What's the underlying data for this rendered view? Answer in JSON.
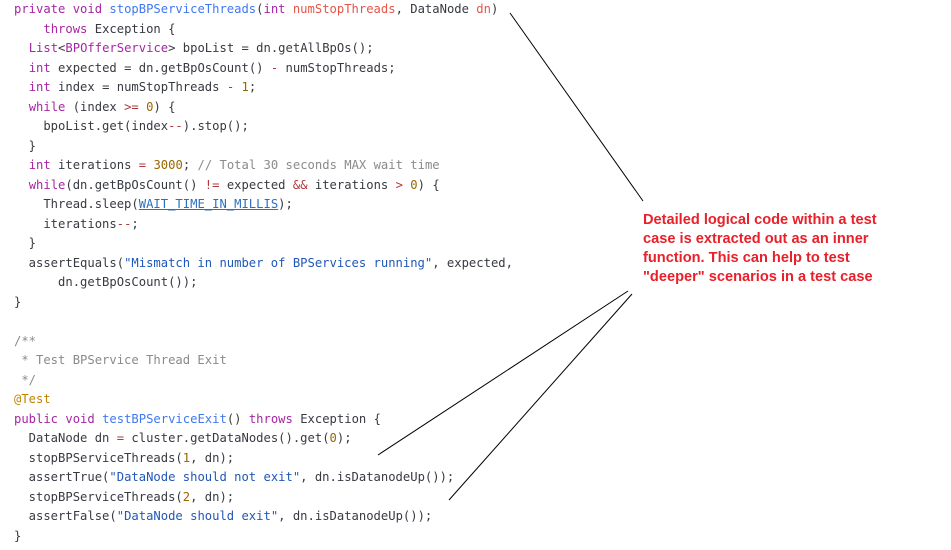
{
  "code": {
    "lines": [
      [
        [
          "kw",
          "private void "
        ],
        [
          "fn",
          "stopBPServiceThreads"
        ],
        [
          "p",
          "("
        ],
        [
          "kw",
          "int "
        ],
        [
          "param",
          "numStopThreads"
        ],
        [
          "p",
          ", DataNode "
        ],
        [
          "param",
          "dn"
        ],
        [
          "p",
          ")"
        ]
      ],
      [
        [
          "p",
          "    "
        ],
        [
          "kw",
          "throws "
        ],
        [
          "p",
          "Exception {"
        ]
      ],
      [
        [
          "p",
          "  "
        ],
        [
          "kw",
          "List"
        ],
        [
          "p",
          "<"
        ],
        [
          "kw",
          "BPOfferService"
        ],
        [
          "p",
          "> bpoList = dn.getAllBpOs();"
        ]
      ],
      [
        [
          "p",
          "  "
        ],
        [
          "kw",
          "int "
        ],
        [
          "p",
          "expected = dn.getBpOsCount() "
        ],
        [
          "op",
          "-"
        ],
        [
          "p",
          " numStopThreads;"
        ]
      ],
      [
        [
          "p",
          "  "
        ],
        [
          "kw",
          "int "
        ],
        [
          "p",
          "index = numStopThreads "
        ],
        [
          "op",
          "-"
        ],
        [
          "p",
          " "
        ],
        [
          "num",
          "1"
        ],
        [
          "p",
          ";"
        ]
      ],
      [
        [
          "p",
          "  "
        ],
        [
          "kw",
          "while "
        ],
        [
          "p",
          "(index "
        ],
        [
          "op",
          ">="
        ],
        [
          "p",
          " "
        ],
        [
          "num",
          "0"
        ],
        [
          "p",
          ") {"
        ]
      ],
      [
        [
          "p",
          "    bpoList.get(index"
        ],
        [
          "op",
          "--"
        ],
        [
          "p",
          ").stop();"
        ]
      ],
      [
        [
          "p",
          "  }"
        ]
      ],
      [
        [
          "p",
          "  "
        ],
        [
          "kw",
          "int "
        ],
        [
          "p",
          "iterations "
        ],
        [
          "op",
          "="
        ],
        [
          "p",
          " "
        ],
        [
          "num",
          "3000"
        ],
        [
          "p",
          "; "
        ],
        [
          "com",
          "// Total 30 seconds MAX wait time"
        ]
      ],
      [
        [
          "p",
          "  "
        ],
        [
          "kw",
          "while"
        ],
        [
          "p",
          "(dn.getBpOsCount() "
        ],
        [
          "op",
          "!="
        ],
        [
          "p",
          " expected "
        ],
        [
          "op",
          "&&"
        ],
        [
          "p",
          " iterations "
        ],
        [
          "op",
          ">"
        ],
        [
          "p",
          " "
        ],
        [
          "num",
          "0"
        ],
        [
          "p",
          ") {"
        ]
      ],
      [
        [
          "p",
          "    Thread.sleep("
        ],
        [
          "cnst",
          "WAIT_TIME_IN_MILLIS"
        ],
        [
          "p",
          ");"
        ]
      ],
      [
        [
          "p",
          "    iterations"
        ],
        [
          "op",
          "--"
        ],
        [
          "p",
          ";"
        ]
      ],
      [
        [
          "p",
          "  }"
        ]
      ],
      [
        [
          "p",
          "  assertEquals("
        ],
        [
          "str",
          "\"Mismatch in number of BPServices running\""
        ],
        [
          "p",
          ", expected,"
        ]
      ],
      [
        [
          "p",
          "      dn.getBpOsCount());"
        ]
      ],
      [
        [
          "p",
          "}"
        ]
      ],
      [
        [
          "p",
          ""
        ]
      ],
      [
        [
          "com",
          "/**"
        ]
      ],
      [
        [
          "com",
          " * Test BPService Thread Exit"
        ]
      ],
      [
        [
          "com",
          " */"
        ]
      ],
      [
        [
          "ann",
          "@Test"
        ]
      ],
      [
        [
          "kw",
          "public void "
        ],
        [
          "fn",
          "testBPServiceExit"
        ],
        [
          "p",
          "() "
        ],
        [
          "kw",
          "throws "
        ],
        [
          "p",
          "Exception {"
        ]
      ],
      [
        [
          "p",
          "  DataNode dn "
        ],
        [
          "op",
          "="
        ],
        [
          "p",
          " cluster.getDataNodes().get("
        ],
        [
          "num",
          "0"
        ],
        [
          "p",
          ");"
        ]
      ],
      [
        [
          "p",
          "  stopBPServiceThreads("
        ],
        [
          "num",
          "1"
        ],
        [
          "p",
          ", dn);"
        ]
      ],
      [
        [
          "p",
          "  assertTrue("
        ],
        [
          "str",
          "\"DataNode should not exit\""
        ],
        [
          "p",
          ", dn.isDatanodeUp());"
        ]
      ],
      [
        [
          "p",
          "  stopBPServiceThreads("
        ],
        [
          "num",
          "2"
        ],
        [
          "p",
          ", dn);"
        ]
      ],
      [
        [
          "p",
          "  assertFalse("
        ],
        [
          "str",
          "\"DataNode should exit\""
        ],
        [
          "p",
          ", dn.isDatanodeUp());"
        ]
      ],
      [
        [
          "p",
          "}"
        ]
      ]
    ]
  },
  "annotation": {
    "lines": [
      "Detailed logical code within a test",
      "case is extracted out as an inner",
      "function. This can help to test",
      "\"deeper\" scenarios in a test case"
    ],
    "color": "#e8202a"
  },
  "colors": {
    "keyword": "#a626a4",
    "string": "#2157b7",
    "number": "#986801",
    "comment": "#8a8a8a",
    "annotation_tag": "#c18401",
    "arrow": "#000000"
  }
}
